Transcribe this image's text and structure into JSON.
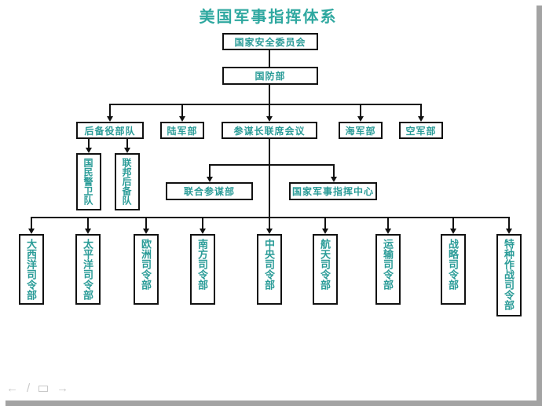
{
  "slide": {
    "title": "美国军事指挥体系",
    "org": {
      "root": "国家安全委员会",
      "defense": "国防部",
      "services": [
        "后备役部队",
        "陆军部",
        "参谋长联席会议",
        "海军部",
        "空军部"
      ],
      "reserve_units": [
        "国民警卫队",
        "联邦后备队"
      ],
      "jcs_units": [
        "联合参谋部",
        "国家军事指挥中心"
      ],
      "commands": [
        "大西洋司令部",
        "太平洋司令部",
        "欧洲司令部",
        "南方司令部",
        "中央司令部",
        "航天司令部",
        "运输司令部",
        "战略司令部",
        "特种作战司令部"
      ]
    }
  },
  "colors": {
    "title_text": "#2fa8a0",
    "box_text": "#2b9c98",
    "box_border": "#111111",
    "connector": "#111111",
    "chrome_edge": "#a3a3a3",
    "toolbar_icon": "#c9c9c9"
  },
  "presenter_toolbar": {
    "back_icon": "←",
    "pen_icon": "/",
    "forward_icon": "→"
  }
}
